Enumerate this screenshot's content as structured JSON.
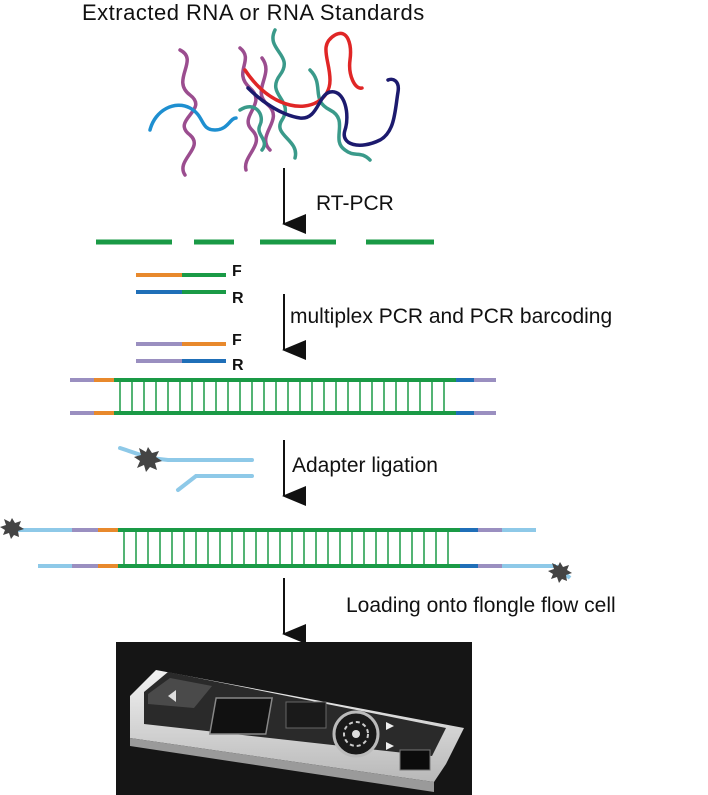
{
  "title": "Extracted RNA or RNA Standards",
  "steps": {
    "rt_pcr": "RT-PCR",
    "multiplex": "multiplex PCR and PCR barcoding",
    "adapter": "Adapter ligation",
    "loading": "Loading onto flongle flow cell"
  },
  "primer_labels": {
    "forward": "F",
    "reverse": "R"
  },
  "colors": {
    "purple": "#9b4d8f",
    "teal": "#3a9a8a",
    "red": "#e02626",
    "navy": "#1c1a6e",
    "blue": "#1e8fd0",
    "green": "#1a9a46",
    "orange": "#e8892c",
    "lavender": "#9a8fc0",
    "light_blue": "#8ec9e8",
    "barcode_blue": "#1f6fb8"
  },
  "icons": [
    "down-arrow-icon",
    "motor-protein-icon",
    "flongle-flow-cell-photo"
  ]
}
